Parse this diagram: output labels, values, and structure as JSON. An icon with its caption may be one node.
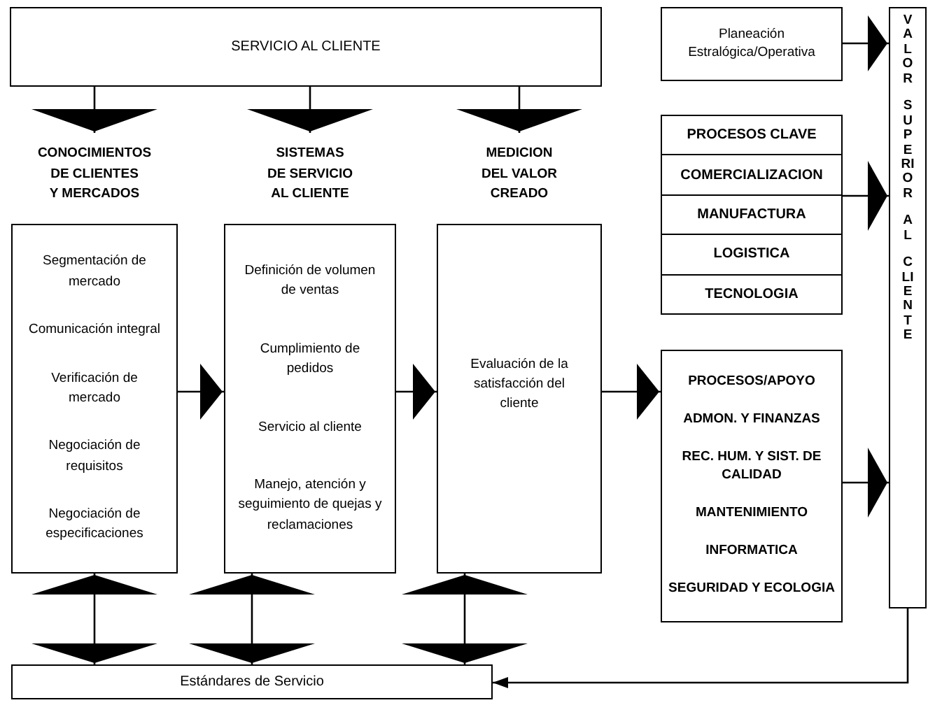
{
  "diagram": {
    "nodes": [
      {
        "text": [
          "SERVICIO AL CLIENTE"
        ]
      },
      {
        "text": [
          "CONOCIMIENTOS DE CLIENTES Y MERCADOS",
          "Segmentación de mercado",
          "Comunicación integral",
          "Verificación de mercado",
          "Negociación de requisitos",
          "Negociación de especificaciones"
        ]
      },
      {
        "text": [
          "SISTEMAS DE SERVICIO AL CLIENTE",
          "Definición de volumen de ventas",
          "Cumplimiento de pedidos",
          "Servicio al cliente",
          "Manejo, atención y seguimiento de quejas y reclamaciones"
        ]
      },
      {
        "text": [
          "MEDICION DEL VALOR CREADO",
          "Evaluación de la satisfacción del cliente"
        ]
      },
      {
        "text": [
          "Planeación Estralógica/Operativa"
        ]
      },
      {
        "text": [],
        "shape": "box"
      },
      {
        "text": [
          "PROCESOS CLAVE"
        ],
        "in": 5
      },
      {
        "text": [
          "COMERCIALIZACION"
        ],
        "in": 5
      },
      {
        "text": [
          "MANUFACTURA"
        ],
        "in": 5
      },
      {
        "text": [
          "LOGISTICA"
        ],
        "in": 5
      },
      {
        "text": [
          "TECNOLOGIA"
        ],
        "in": 5
      },
      {
        "text": [
          "PROCESOS/APOYO",
          "ADMON. Y FINANZAS",
          "REC. HUM. Y SIST. DE CALIDAD",
          "MANTENIMIENTO",
          "INFORMATICA",
          "SEGURIDAD Y ECOLOGIA"
        ]
      },
      {
        "text": [
          "VALOR SUPERIOR AL CLIENTE"
        ]
      },
      {
        "text": [
          "Estándares de Servicio"
        ]
      }
    ],
    "edges": [
      {
        "from": 0,
        "to": 1,
        "arrow": "to"
      },
      {
        "from": 0,
        "to": 2,
        "arrow": "to"
      },
      {
        "from": 0,
        "to": 3,
        "arrow": "to"
      },
      {
        "from": 1,
        "to": 2,
        "arrow": "to"
      },
      {
        "from": 2,
        "to": 3,
        "arrow": "to"
      },
      {
        "from": 3,
        "to": 11,
        "arrow": "to"
      },
      {
        "from": 4,
        "to": 12,
        "arrow": "to"
      },
      {
        "from": 5,
        "to": 12,
        "arrow": "to"
      },
      {
        "from": 11,
        "to": 12,
        "arrow": "to"
      },
      {
        "from": 1,
        "to": 13,
        "arrow": "both"
      },
      {
        "from": 2,
        "to": 13,
        "arrow": "both"
      },
      {
        "from": 3,
        "to": 13,
        "arrow": "both"
      },
      {
        "from": 12,
        "to": 13,
        "arrow": "to"
      }
    ]
  }
}
